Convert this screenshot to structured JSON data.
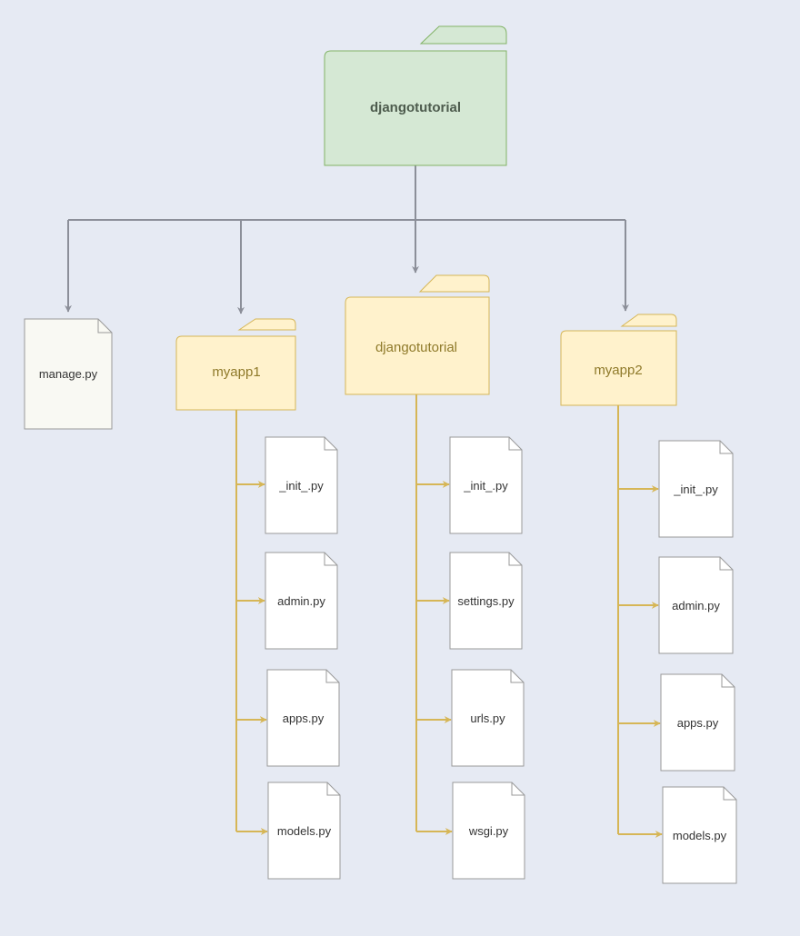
{
  "root": {
    "label": "djangotutorial"
  },
  "manage_file": {
    "label": "manage.py"
  },
  "packages": [
    {
      "label": "myapp1",
      "files": [
        "_init_.py",
        "admin.py",
        "apps.py",
        "models.py"
      ]
    },
    {
      "label": "djangotutorial",
      "files": [
        "_init_.py",
        "settings.py",
        "urls.py",
        "wsgi.py"
      ]
    },
    {
      "label": "myapp2",
      "files": [
        "_init_.py",
        "admin.py",
        "apps.py",
        "models.py"
      ]
    }
  ],
  "colors": {
    "background": "#e6eaf3",
    "root_folder_fill": "#d5e8d4",
    "root_folder_stroke": "#82b366",
    "package_folder_fill": "#fff2cc",
    "package_folder_stroke": "#d6b656",
    "manage_file_fill": "#f9f9f3",
    "file_fill": "#ffffff",
    "file_stroke": "#999999",
    "gray_connector": "#8c8f99",
    "gold_connector": "#d6b656"
  }
}
